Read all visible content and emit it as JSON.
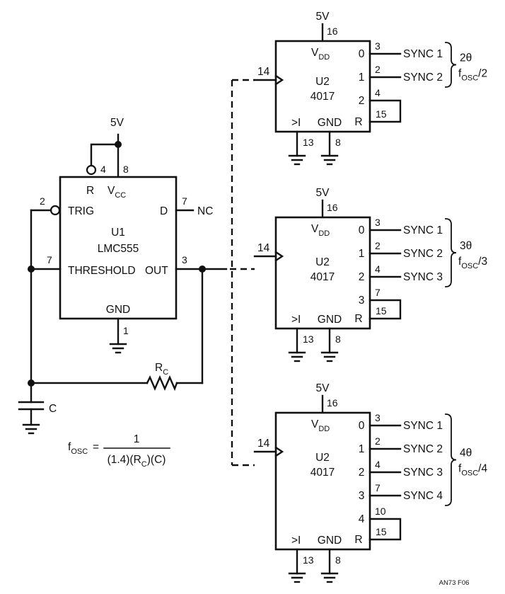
{
  "supply": "5V",
  "u1": {
    "ref": "U1",
    "part": "LMC555",
    "pin_r": "R",
    "pin_vcc_main": "V",
    "pin_vcc_sub": "CC",
    "pin_trig": "TRIG",
    "pin_d": "D",
    "pin_threshold": "THRESHOLD",
    "pin_out": "OUT",
    "pin_gnd": "GND",
    "nc": "NC",
    "pins": {
      "r": "4",
      "vcc": "8",
      "trig": "2",
      "d": "7",
      "threshold": "7",
      "out": "3",
      "gnd": "1"
    }
  },
  "rc_main": "R",
  "rc_sub": "C",
  "cap_label": "C",
  "formula": {
    "lhs_main": "f",
    "lhs_sub": "OSC",
    "equals": "=",
    "numerator": "1",
    "denominator": "(1.4)(R",
    "den_sub": "C",
    "den_tail": ")(C)"
  },
  "counters": [
    {
      "ref": "U2",
      "part": "4017",
      "vdd_main": "V",
      "vdd_sub": "DD",
      "clk_pin": "14",
      "vdd_pin": "16",
      "inh_pin": "13",
      "gnd_pin": "8",
      "inh_label": ">I",
      "gnd_label": "GND",
      "reset_label": "R",
      "reset_pin": "15",
      "outputs": [
        {
          "q": "0",
          "pin": "3",
          "sync": "SYNC 1"
        },
        {
          "q": "1",
          "pin": "2",
          "sync": "SYNC 2"
        }
      ],
      "reset_q": "2",
      "reset_q_pin": "4",
      "phase": "2θ",
      "fosc_main": "f",
      "fosc_sub": "OSC",
      "fosc_div": "/2"
    },
    {
      "ref": "U2",
      "part": "4017",
      "vdd_main": "V",
      "vdd_sub": "DD",
      "clk_pin": "14",
      "vdd_pin": "16",
      "inh_pin": "13",
      "gnd_pin": "8",
      "inh_label": ">I",
      "gnd_label": "GND",
      "reset_label": "R",
      "reset_pin": "15",
      "outputs": [
        {
          "q": "0",
          "pin": "3",
          "sync": "SYNC 1"
        },
        {
          "q": "1",
          "pin": "2",
          "sync": "SYNC 2"
        },
        {
          "q": "2",
          "pin": "4",
          "sync": "SYNC 3"
        }
      ],
      "reset_q": "3",
      "reset_q_pin": "7",
      "phase": "3θ",
      "fosc_main": "f",
      "fosc_sub": "OSC",
      "fosc_div": "/3"
    },
    {
      "ref": "U2",
      "part": "4017",
      "vdd_main": "V",
      "vdd_sub": "DD",
      "clk_pin": "14",
      "vdd_pin": "16",
      "inh_pin": "13",
      "gnd_pin": "8",
      "inh_label": ">I",
      "gnd_label": "GND",
      "reset_label": "R",
      "reset_pin": "15",
      "outputs": [
        {
          "q": "0",
          "pin": "3",
          "sync": "SYNC 1"
        },
        {
          "q": "1",
          "pin": "2",
          "sync": "SYNC 2"
        },
        {
          "q": "2",
          "pin": "4",
          "sync": "SYNC 3"
        },
        {
          "q": "3",
          "pin": "7",
          "sync": "SYNC 4"
        }
      ],
      "reset_q": "4",
      "reset_q_pin": "10",
      "phase": "4θ",
      "fosc_main": "f",
      "fosc_sub": "OSC",
      "fosc_div": "/4"
    }
  ],
  "figure_id": "AN73 F06"
}
